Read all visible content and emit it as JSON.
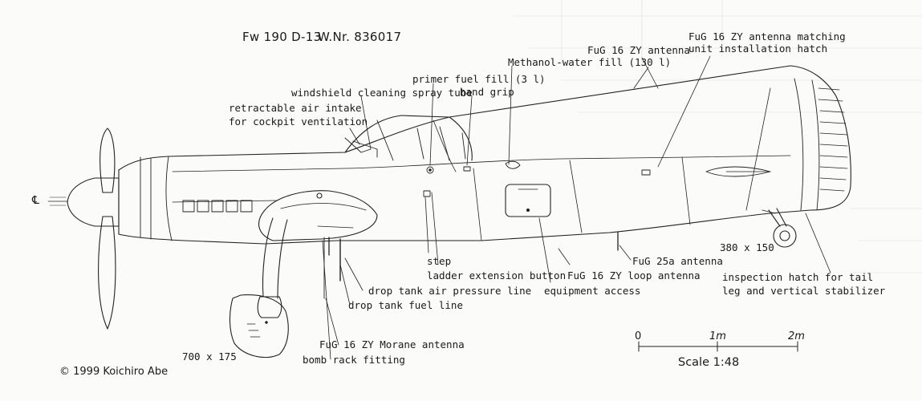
{
  "title": {
    "model": "Fw 190 D-13",
    "werknummer": "W.Nr. 836017"
  },
  "callouts": {
    "fug16zy_antenna": "FuG 16 ZY antenna",
    "matching_unit_line1": "FuG 16 ZY antenna matching",
    "matching_unit_line2": "unit installation hatch",
    "methanol_fill": "Methanol-water fill (130 l)",
    "primer_fuel_fill": "primer fuel fill (3 l)",
    "hand_grip": "hand grip",
    "windshield_spray": "windshield cleaning spray tube",
    "air_intake_line1": "retractable air intake",
    "air_intake_line2": "for cockpit ventilation",
    "step": "step",
    "ladder_button": "ladder extension button",
    "drop_tank_pressure": "drop tank air pressure line",
    "drop_tank_fuel": "drop tank fuel line",
    "equipment_access": "equipment access",
    "fug16zy_loop": "FuG 16 ZY loop antenna",
    "fug25a_antenna": "FuG 25a antenna",
    "tail_wheel_size": "380 x 150",
    "inspection_hatch_line1": "inspection hatch for tail",
    "inspection_hatch_line2": "leg and vertical stabilizer",
    "morane_antenna": "FuG 16 ZY Morane antenna",
    "bomb_rack": "bomb rack fitting",
    "main_wheel_size": "700 x 175",
    "centerline_mark": "℄"
  },
  "scale": {
    "ticks": [
      "0",
      "1m",
      "2m"
    ],
    "label": "Scale 1:48"
  },
  "copyright": "© 1999 Koichiro Abe"
}
